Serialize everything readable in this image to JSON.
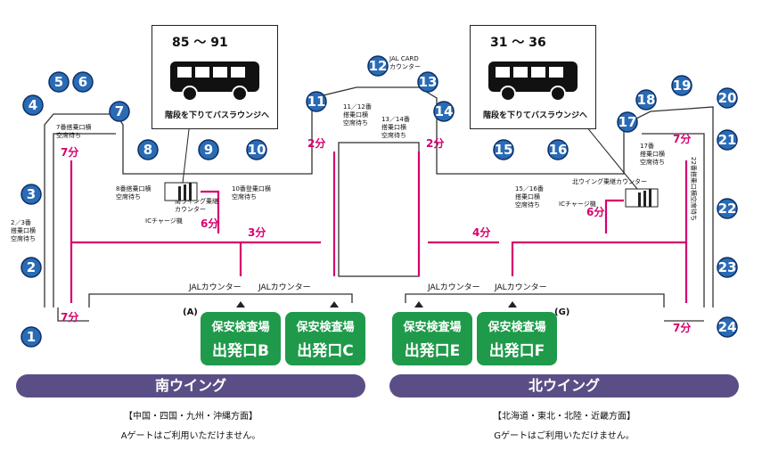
{
  "south_wing": {
    "title": "南ウイング",
    "regions": "【中国・四国・九州・沖縄方面】",
    "note": "Aゲートはご利用いただけません。",
    "bus_gates": {
      "from": "85",
      "tilde": "〜",
      "to": "91"
    },
    "bus_caption": "階段を下りてバスラウンジへ",
    "gates": [
      "1",
      "2",
      "3",
      "4",
      "5",
      "6",
      "7",
      "8",
      "9",
      "10",
      "11"
    ],
    "waiting_labels": {
      "w7": [
        "7番搭乗口横",
        "空席待ち"
      ],
      "w23": [
        "2／3番",
        "搭乗口横",
        "空席待ち"
      ],
      "w8": [
        "8番搭乗口横",
        "空席待ち"
      ],
      "w10": [
        "10番登乗口横",
        "空席待ち"
      ],
      "w1112": [
        "11／12番",
        "搭乗口横",
        "空席待ち"
      ]
    },
    "counter_label": [
      "南ウイング乗継",
      "カウンター"
    ],
    "ic_charge": "ICチャージ機",
    "security": [
      {
        "line1": "保安検査場",
        "line2": "出発口B"
      },
      {
        "line1": "保安検査場",
        "line2": "出発口C"
      }
    ],
    "gate_letter": "(A)"
  },
  "north_wing": {
    "title": "北ウイング",
    "regions": "【北海道・東北・北陸・近畿方面】",
    "note": "Gゲートはご利用いただけません。",
    "bus_gates": {
      "from": "31",
      "tilde": "〜",
      "to": "36"
    },
    "bus_caption": "階段を下りてバスラウンジへ",
    "gates": [
      "12",
      "13",
      "14",
      "15",
      "16",
      "17",
      "18",
      "19",
      "20",
      "21",
      "22",
      "23",
      "24"
    ],
    "waiting_labels": {
      "w1314": [
        "13／14番",
        "搭乗口横",
        "空席待ち"
      ],
      "w1516": [
        "15／16番",
        "搭乗口横",
        "空席待ち"
      ],
      "w17": [
        "17番",
        "搭乗口横",
        "空席待ち"
      ],
      "w22": "22番搭乗口横空席待ち"
    },
    "counter_label": "北ウイング乗継カウンター",
    "ic_charge": "ICチャージ機",
    "security": [
      {
        "line1": "保安検査場",
        "line2": "出発口E"
      },
      {
        "line1": "保安検査場",
        "line2": "出発口F"
      }
    ],
    "gate_letter": "(G)"
  },
  "jal_card_counter": [
    "JAL CARD",
    "カウンター"
  ],
  "jal_counter": "JALカウンター",
  "walk_times": {
    "t7a": "7分",
    "t7b": "7分",
    "t3": "3分",
    "t6a": "6分",
    "t2a": "2分",
    "t2b": "2分",
    "t4": "4分",
    "t6b": "6分",
    "t7c": "7分",
    "t7d": "7分"
  },
  "colors": {
    "gate": "#2a6bb5",
    "route": "#d6006e",
    "security": "#1f9a4a",
    "wing_bar": "#5b4e86"
  }
}
